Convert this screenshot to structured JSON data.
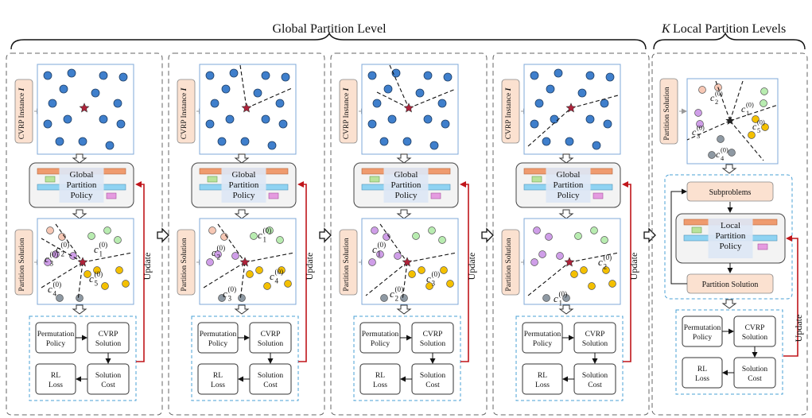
{
  "header": {
    "global_title": "Global Partition Level",
    "local_prefix": "K",
    "local_title": "Local Partition Levels"
  },
  "labels": {
    "instance_prefix": "CVRP Instance",
    "instance_var": "I",
    "partition_solution": "Partition Solution",
    "policy_line1": "Global",
    "policy_line2": "Partition",
    "policy_line3": "Policy",
    "local_line1": "Local",
    "local_line2": "Partition",
    "local_line3": "Policy",
    "subproblems": "Subproblems",
    "update": "Update",
    "perm1": "Permutation",
    "perm2": "Policy",
    "cvrp1": "CVRP",
    "cvrp2": "Solution",
    "rl1": "RL",
    "rl2": "Loss",
    "cost1": "Solution",
    "cost2": "Cost"
  },
  "cluster_labels": {
    "c1": "c1(0)",
    "c2": "c2(0)",
    "c3": "c3(0)",
    "c4": "c4(0)",
    "c5": "c5(0)"
  },
  "colors": {
    "node_blue": "#3f7fcc",
    "depot": "#b0223a",
    "panel_border": "#7fa8d8",
    "label_fill": "#fbe1d0",
    "policy_fill": "#f3f3f3",
    "bar_orange": "#ef9b6e",
    "bar_green": "#b9e39b",
    "bar_blue": "#8fd3f2",
    "bar_pink": "#e59be0",
    "update_red": "#c0151a",
    "cluster_pink": "#f6c7b4",
    "cluster_green": "#b8ecb0",
    "cluster_purple": "#cf9ee8",
    "cluster_yellow": "#f4c000",
    "cluster_grey": "#8e99a3",
    "dashed_box": "#4aa0d6"
  }
}
